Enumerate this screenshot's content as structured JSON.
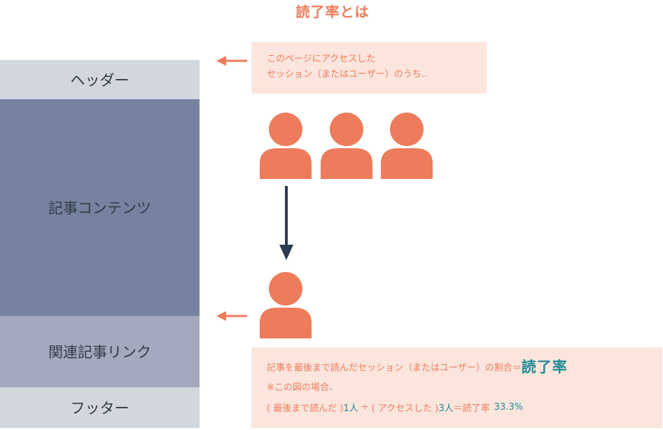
{
  "title": "読了率とは",
  "page_structure": {
    "header": "ヘッダー",
    "content": "記事コンテンツ",
    "related_links": "関連記事リンク",
    "footer": "フッター"
  },
  "top_note": {
    "line1": "このページにアクセスした",
    "line2": "セッション（またはユーザー）のうち.."
  },
  "bottom_note": {
    "definition_prefix": "記事を最後まで読んだセッション（またはユーザー）の割合＝",
    "definition_term": "読了率",
    "example_heading": "※この図の場合、",
    "calc_read_label": "( 最後まで読んだ )",
    "calc_read_value": "1人",
    "calc_divide": "÷",
    "calc_access_label": "( アクセスした )",
    "calc_access_value": "3人",
    "calc_equals": "＝読了率",
    "calc_result": "33.3%"
  },
  "colors": {
    "accent_orange": "#ec7c5b",
    "box_bg": "#fbe5dd",
    "header_bg": "#d2d6dd",
    "content_bg": "#7582a0",
    "related_bg": "#a3aabf",
    "footer_bg": "#d2d6dd",
    "arrow_dark": "#2c3a4e",
    "teal": "#1f8a96"
  },
  "icons": {
    "person": "person-icon",
    "arrow_left": "arrow-left-icon",
    "arrow_down": "arrow-down-icon"
  }
}
